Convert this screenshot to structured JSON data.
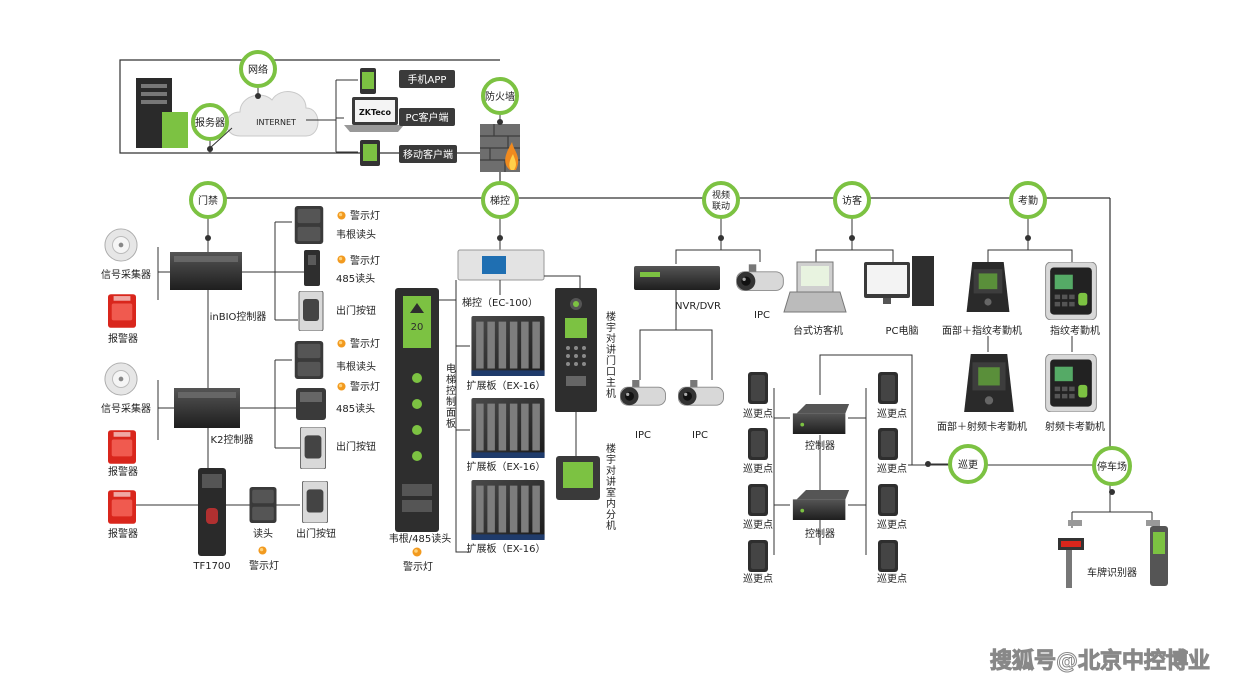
{
  "colors": {
    "accent": "#7cc242",
    "line": "#333333",
    "device": "#2b2b2b",
    "alarm": "#d9261c",
    "lamp": "#f29a1f"
  },
  "top": {
    "network": "网络",
    "server": "报务器",
    "internet": "INTERNET",
    "firewall": "防火墙",
    "brand": "ZKTeco",
    "tags": [
      "手机APP",
      "PC客户端",
      "移动客户端"
    ]
  },
  "categories": {
    "access": "门禁",
    "elevator": "梯控",
    "video_l1": "视频",
    "video_l2": "联动",
    "visitor": "访客",
    "attendance": "考勤",
    "patrol": "巡更",
    "parking": "停车场"
  },
  "access": {
    "signal1": "信号采集器",
    "alarm1": "报警器",
    "inbio": "inBIO控制器",
    "warn1": "警示灯",
    "wiegand1": "韦根读头",
    "warn2": "警示灯",
    "reader485_1": "485读头",
    "exit1": "出门按钮",
    "signal2": "信号采集器",
    "alarm2": "报警器",
    "k2": "K2控制器",
    "warn3": "警示灯",
    "wiegand2": "韦根读头",
    "warn4": "警示灯",
    "reader485_2": "485读头",
    "exit2": "出门按钮",
    "alarm3": "报警器",
    "tf1700": "TF1700",
    "reader": "读头",
    "warn5": "警示灯",
    "exit3": "出门按钮"
  },
  "elevator": {
    "ec100": "梯控（EC-100）",
    "panel_floor": "20",
    "ex1": "扩展板（EX-16）",
    "ex2": "扩展板（EX-16）",
    "ex3": "扩展板（EX-16）",
    "panel_v": "电梯控制面板",
    "reader": "韦根/485读头",
    "warn": "警示灯",
    "intercom_main_v": "楼宇对讲门口主机",
    "intercom_indoor_v": "楼宇对讲室内分机"
  },
  "video": {
    "nvr": "NVR/DVR",
    "ipc1": "IPC",
    "ipc2": "IPC",
    "ipc3": "IPC"
  },
  "visitor": {
    "desk": "台式访客机",
    "pc": "PC电脑"
  },
  "attendance": {
    "face_fp": "面部＋指纹考勤机",
    "fp": "指纹考勤机",
    "face_rf": "面部＋射频卡考勤机",
    "rf": "射频卡考勤机"
  },
  "patrol": {
    "ctrl1": "控制器",
    "ctrl2": "控制器",
    "points_left": [
      "巡更点",
      "巡更点",
      "巡更点",
      "巡更点"
    ],
    "points_right": [
      "巡更点",
      "巡更点",
      "巡更点",
      "巡更点"
    ]
  },
  "parking": {
    "lpr": "车牌识别器"
  },
  "watermark": "搜狐号@北京中控博业"
}
